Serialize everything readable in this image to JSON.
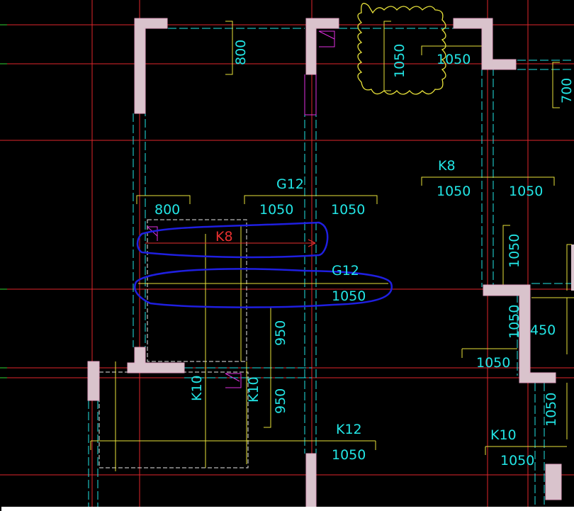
{
  "drawing": {
    "labels": {
      "dim_800_top": "800",
      "dim_1050_cloud": "1050",
      "dim_1050_top_right": "1050",
      "dim_700": "700",
      "beam_k8_right": "K8",
      "dim_1050_k8_a": "1050",
      "dim_1050_k8_b": "1050",
      "beam_g12_top": "G12",
      "dim_800_mid": "800",
      "dim_1050_g12_a": "1050",
      "dim_1050_g12_b": "1050",
      "beam_k8_red": "K8",
      "beam_g12_mid": "G12",
      "dim_1050_g12_mid": "1050",
      "dim_1050_right_v": "1050",
      "dim_1050_right_v2": "1050",
      "dim_450": "450",
      "dim_1050_right_bottom": "1050",
      "dim_950_a": "950",
      "dim_950_b": "950",
      "beam_k10_a": "K10",
      "beam_k10_b": "K10",
      "beam_k12": "K12",
      "dim_1050_k12": "1050",
      "beam_k10_right": "K10",
      "dim_1050_k10_right": "1050",
      "dim_1050_far_right_v": "1050"
    }
  }
}
